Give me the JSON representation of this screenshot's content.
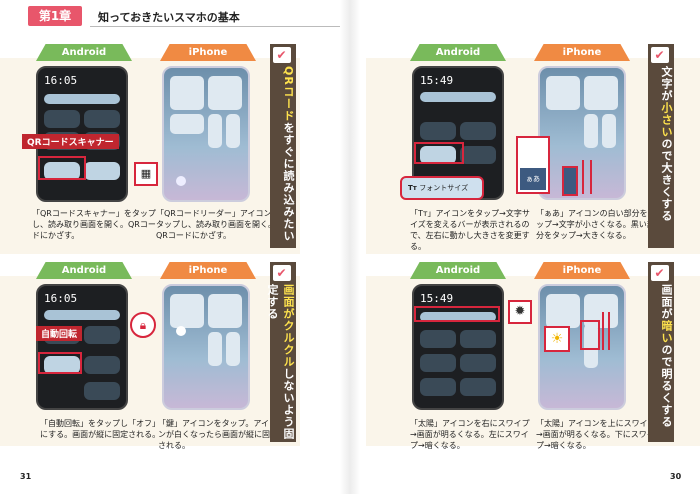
{
  "header": {
    "chapter": "第1章",
    "title": "知っておきたいスマホの基本"
  },
  "labels": {
    "android": "Android",
    "iphone": "iPhone"
  },
  "sections": {
    "qr": {
      "title_parts": [
        "QRコード",
        "をすぐに読み込みたい"
      ],
      "callout": "QRコードスキャナー",
      "android_time": "16:05",
      "android_caption": "「QRコードスキャナー」をタップし、読み取り画面を開く。QRコードにかざす。",
      "iphone_caption": "「QRコードリーダー」アイコンをタップし、読み取り画面を開く。QRコードにかざす。"
    },
    "rotate": {
      "title_parts": [
        "画面がクルクル",
        "しないよう固定する"
      ],
      "callout": "自動回転",
      "android_time": "16:05",
      "android_caption": "「自動回転」をタップし「オフ」にする。画面が縦に固定される。",
      "iphone_caption": "「鍵」アイコンをタップ。アイコンが白くなったら画面が縦に固定される。"
    },
    "text": {
      "title_parts": [
        "文字が",
        "小さい",
        "ので大きくする"
      ],
      "callout": "フォントサイズ",
      "android_time": "15:49",
      "android_caption": "「Tт」アイコンをタップ→文字サイズを変えるバーが表示されるので、左右に動かし大きさを変更する。",
      "iphone_caption": "「ぁあ」アイコンの白い部分をタップ→文字が小さくなる。黒い部分をタップ→大きくなる。",
      "aa": "ぁあ"
    },
    "bright": {
      "title_parts": [
        "画面が",
        "暗い",
        "ので明るくする"
      ],
      "android_time": "15:49",
      "android_caption": "「太陽」アイコンを右にスワイプ→画面が明るくなる。左にスワイプ→暗くなる。",
      "iphone_caption": "「太陽」アイコンを上にスワイプ→画面が明るくなる。下にスワイプ→暗くなる。"
    }
  },
  "page_numbers": {
    "left": "31",
    "right": "30"
  }
}
